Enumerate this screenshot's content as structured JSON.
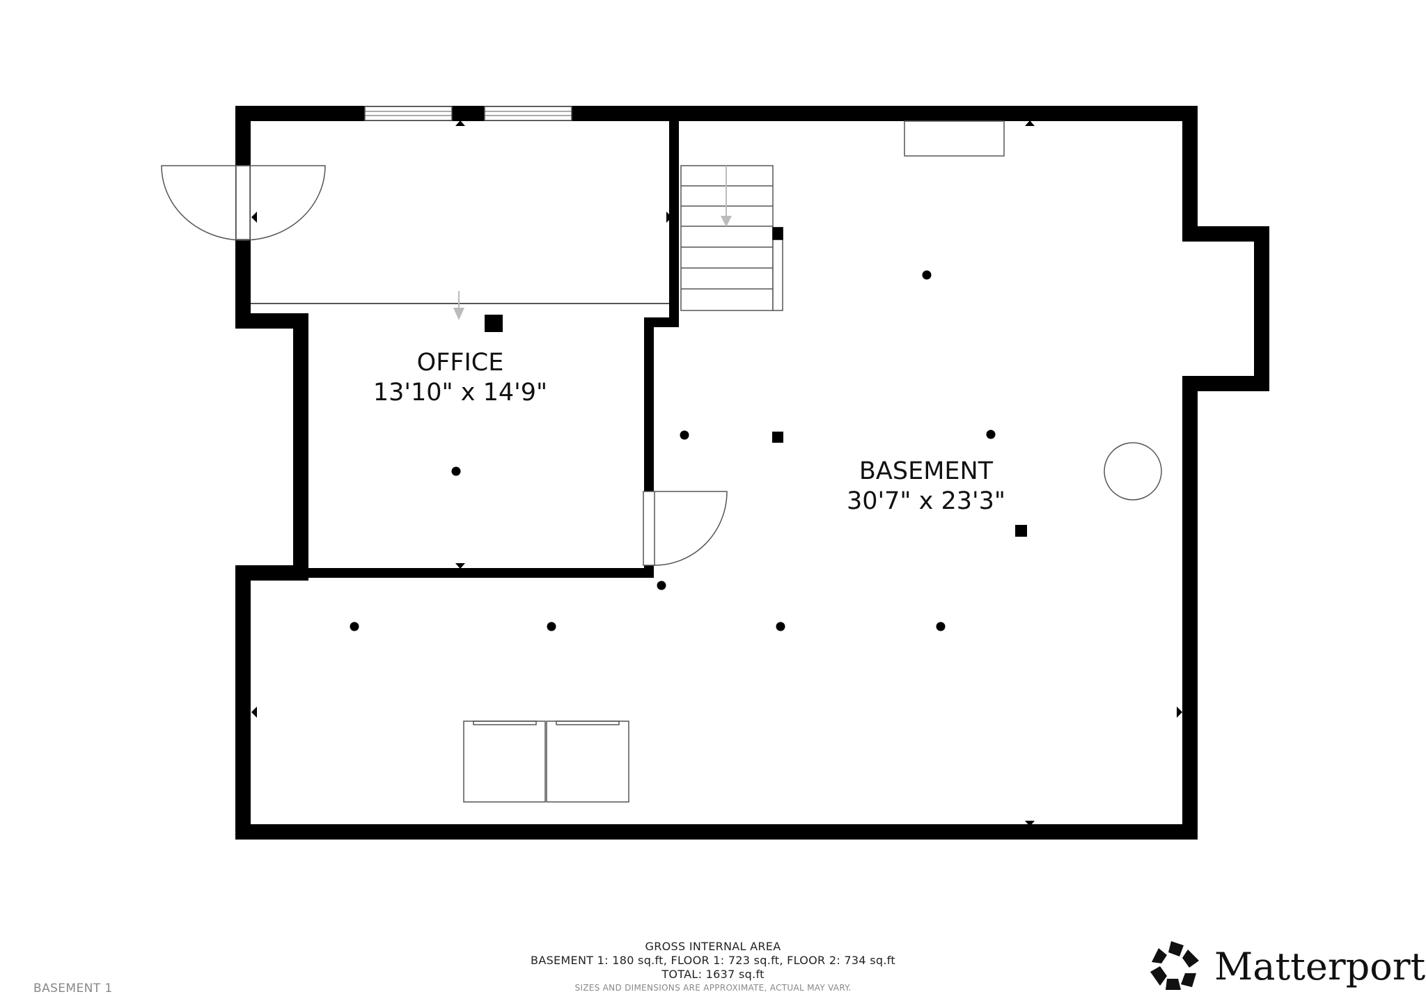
{
  "rooms": {
    "office": {
      "name": "OFFICE",
      "dims": "13'10\" x 14'9\""
    },
    "basement": {
      "name": "BASEMENT",
      "dims": "30'7\" x 23'3\""
    }
  },
  "area_summary": {
    "heading": "GROSS INTERNAL AREA",
    "breakdown": "BASEMENT 1: 180 sq.ft, FLOOR 1: 723 sq.ft, FLOOR 2: 734 sq.ft",
    "total": "TOTAL: 1637 sq.ft",
    "disclaimer": "SIZES AND DIMENSIONS ARE APPROXIMATE, ACTUAL MAY VARY."
  },
  "floor_name": "BASEMENT 1",
  "brand": {
    "name": "Matterport",
    "mark": "®",
    "icon": "matterport-logo-icon"
  },
  "colors": {
    "wall": "#000000",
    "line": "#555555",
    "background": "#ffffff",
    "arrow": "#bbbbbb"
  }
}
